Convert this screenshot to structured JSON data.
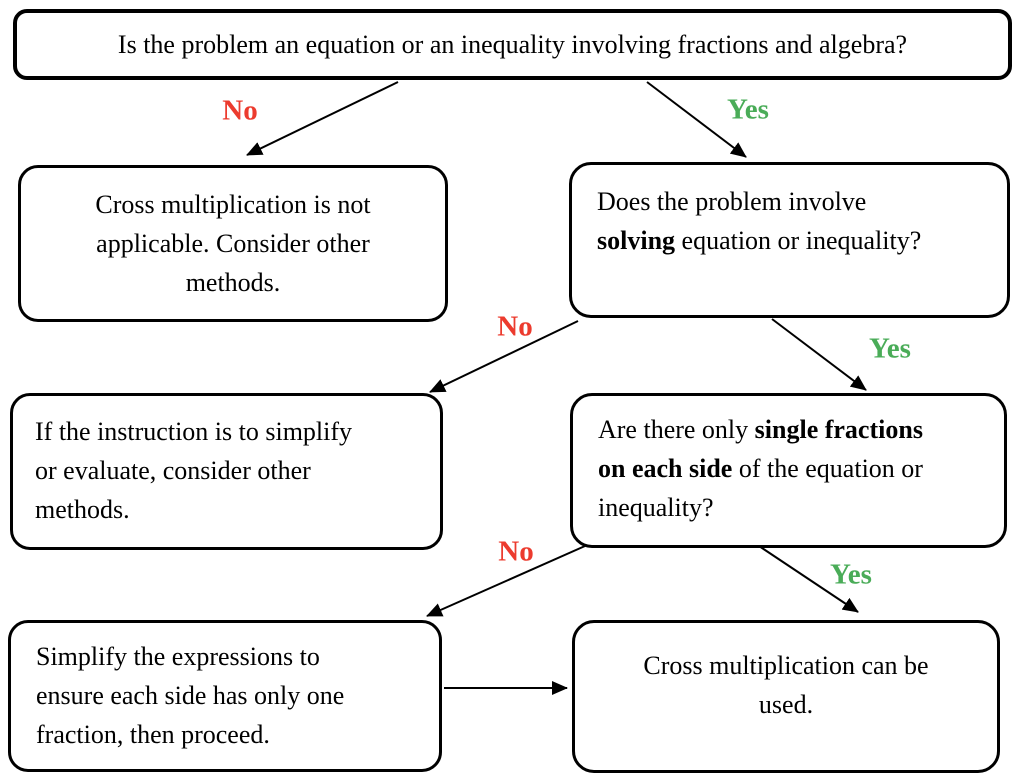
{
  "palette": {
    "no_label_red": "#ec3b2e",
    "yes_label_green": "#4aac58",
    "box_border": "#000000",
    "arrow": "#000000",
    "background": "#ffffff",
    "text": "#000000"
  },
  "nodes": {
    "q_main": {
      "lines": [
        [
          {
            "t": "Is the problem an equation or an inequality involving fractions and algebra?"
          }
        ]
      ]
    },
    "not_applicable": {
      "lines": [
        [
          {
            "t": "Cross multiplication is not"
          }
        ],
        [
          {
            "t": "applicable. Consider other"
          }
        ],
        [
          {
            "t": "methods."
          }
        ]
      ]
    },
    "q_solving": {
      "lines": [
        [
          {
            "t": "Does the problem involve"
          }
        ],
        [
          {
            "t": "solving",
            "b": true
          },
          {
            "t": " equation or inequality?"
          }
        ]
      ]
    },
    "instruction_other_methods": {
      "lines": [
        [
          {
            "t": "If the instruction is to simplify"
          }
        ],
        [
          {
            "t": "or evaluate, consider other"
          }
        ],
        [
          {
            "t": "methods."
          }
        ]
      ]
    },
    "q_single_fractions": {
      "lines": [
        [
          {
            "t": "Are there only "
          },
          {
            "t": "single fractions",
            "b": true
          }
        ],
        [
          {
            "t": "on each side",
            "b": true
          },
          {
            "t": " of the equation or"
          }
        ],
        [
          {
            "t": "inequality?"
          }
        ]
      ]
    },
    "simplify_then_proceed": {
      "lines": [
        [
          {
            "t": "Simplify the expressions to"
          }
        ],
        [
          {
            "t": "ensure each side has only one"
          }
        ],
        [
          {
            "t": "fraction, then proceed."
          }
        ]
      ]
    },
    "can_be_used": {
      "lines": [
        [
          {
            "t": "Cross multiplication can be"
          }
        ],
        [
          {
            "t": "used."
          }
        ]
      ]
    }
  },
  "edges": {
    "no1": {
      "label": "No"
    },
    "yes1": {
      "label": "Yes"
    },
    "no2": {
      "label": "No"
    },
    "yes2": {
      "label": "Yes"
    },
    "no3": {
      "label": "No"
    },
    "yes3": {
      "label": "Yes"
    }
  }
}
